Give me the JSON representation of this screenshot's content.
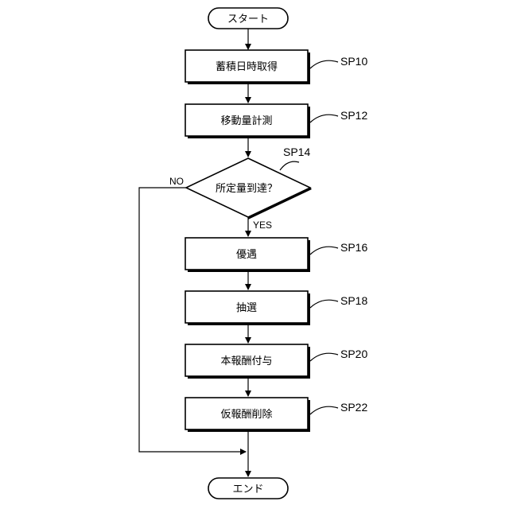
{
  "flow": {
    "start": "スタート",
    "end": "エンド",
    "decision": {
      "text": "所定量到達？",
      "step": "SP14",
      "yes": "YES",
      "no": "NO"
    },
    "steps": [
      {
        "text": "蓄積日時取得",
        "step": "SP10"
      },
      {
        "text": "移動量計測",
        "step": "SP12"
      },
      {
        "text": "優遇",
        "step": "SP16"
      },
      {
        "text": "抽選",
        "step": "SP18"
      },
      {
        "text": "本報酬付与",
        "step": "SP20"
      },
      {
        "text": "仮報酬削除",
        "step": "SP22"
      }
    ]
  }
}
